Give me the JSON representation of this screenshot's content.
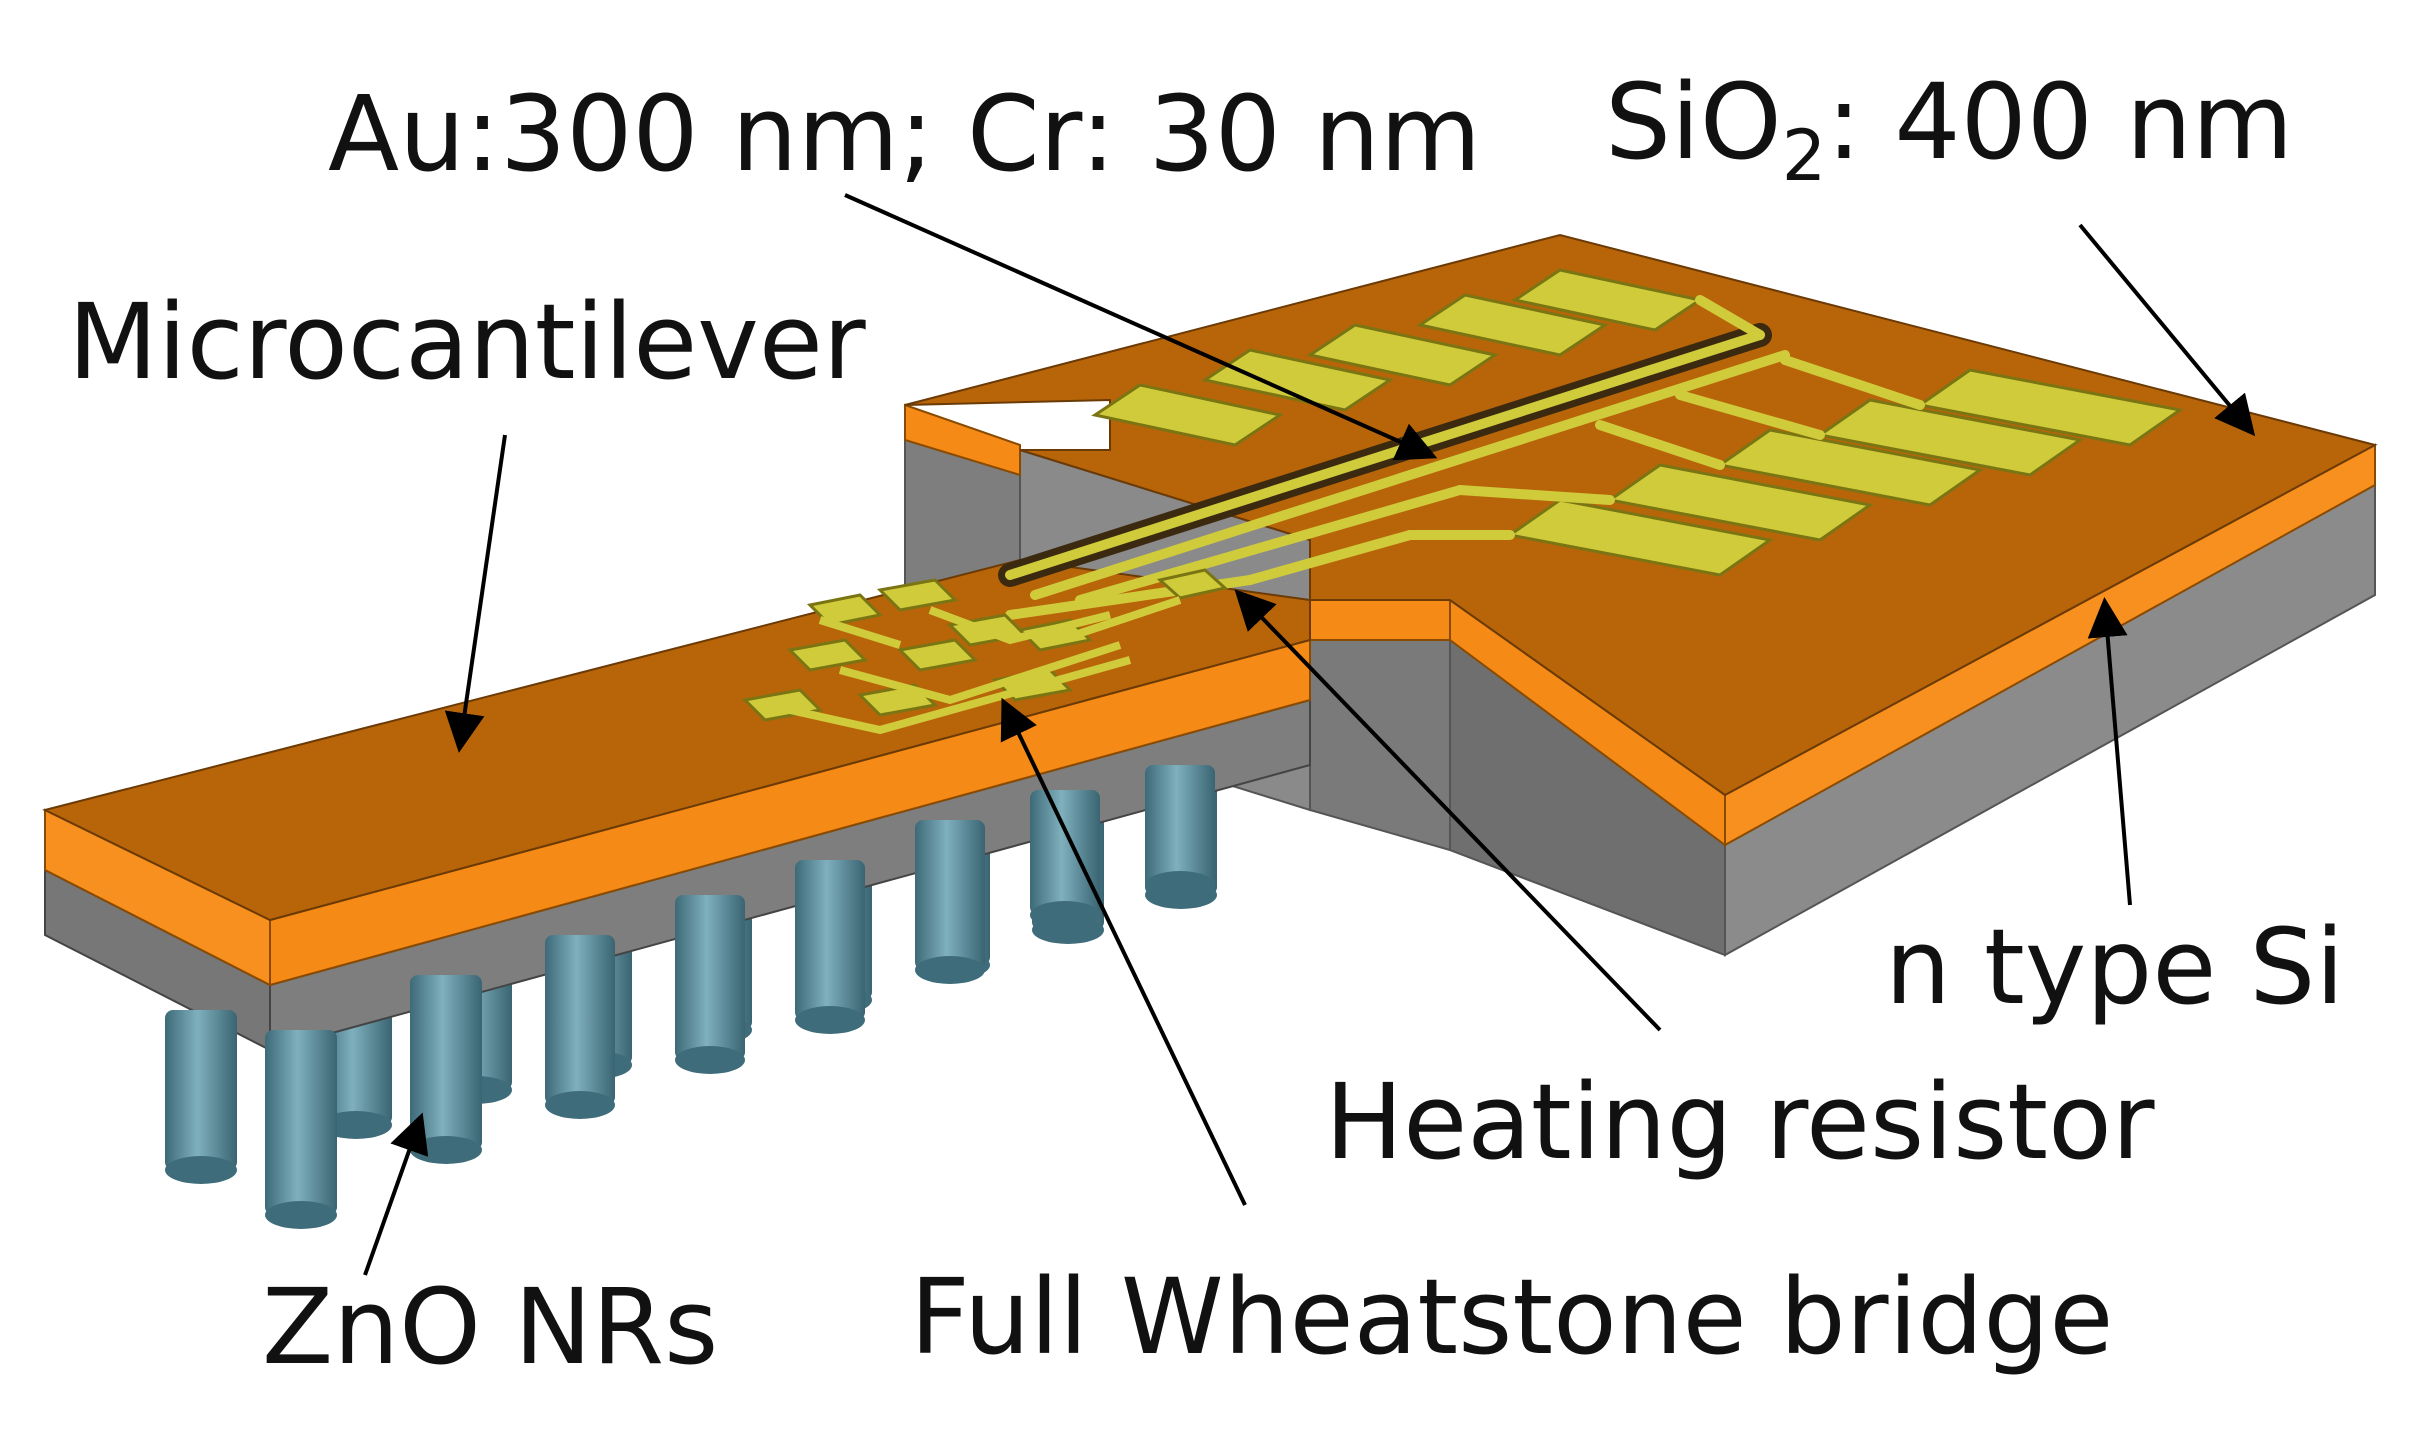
{
  "labels": {
    "metal_layers": "Au:300 nm; Cr: 30 nm",
    "oxide_prefix": "SiO",
    "oxide_subscript": "2",
    "oxide_suffix": ": 400 nm",
    "cantilever": "Microcantilever",
    "substrate": "n type Si",
    "heater": "Heating resistor",
    "nanorods": "ZnO NRs",
    "bridge": "Full Wheatstone bridge"
  },
  "colors": {
    "sio2_top": "#B8650A",
    "sio2_edge": "#F7901E",
    "silicon_front": "#7E7E7E",
    "silicon_side": "#9A9A9A",
    "gold_pad": "#CFCB3A",
    "gold_trace": "#BDB82C",
    "nanorod": "#4E7F8E",
    "arrow": "#000000"
  }
}
